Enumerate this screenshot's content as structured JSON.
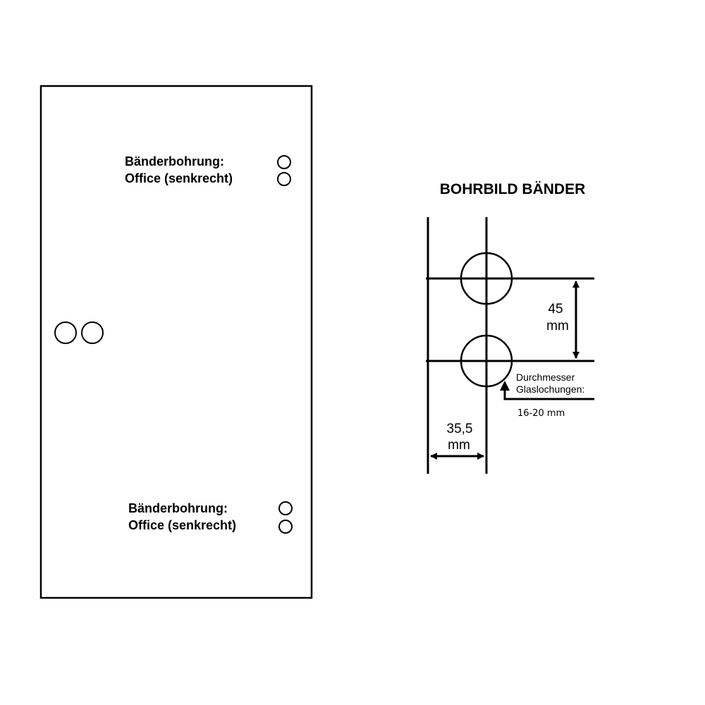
{
  "door": {
    "hinge_top": {
      "label_line1": "Bänderbohrung:",
      "label_line2": "Office (senkrecht)"
    },
    "hinge_bottom": {
      "label_line1": "Bänderbohrung:",
      "label_line2": "Office (senkrecht)"
    }
  },
  "detail": {
    "title": "BOHRBILD BÄNDER",
    "vertical_dimension": {
      "value": "45",
      "unit": "mm"
    },
    "horizontal_dimension": {
      "value": "35,5",
      "unit": "mm"
    },
    "diameter_note": {
      "line1": "Durchmesser",
      "line2": "Glaslochungen:",
      "range": "16-20 mm"
    }
  },
  "colors": {
    "stroke": "#000000",
    "background": "#ffffff"
  }
}
